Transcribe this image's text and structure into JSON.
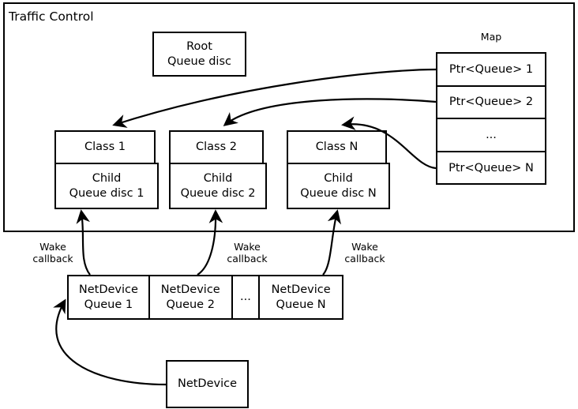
{
  "diagram": {
    "title": "Traffic Control",
    "root_qdisc": {
      "label": "Root\nQueue disc"
    },
    "classes": [
      {
        "head": "Class 1",
        "child": "Child\nQueue disc 1"
      },
      {
        "head": "Class 2",
        "child": "Child\nQueue disc 2"
      },
      {
        "head": "Class N",
        "child": "Child\nQueue disc N"
      }
    ],
    "map": {
      "caption": "Map",
      "rows": [
        "Ptr<Queue> 1",
        "Ptr<Queue> 2",
        "...",
        "Ptr<Queue> N"
      ]
    },
    "netdevice_queues": [
      "NetDevice\nQueue 1",
      "NetDevice\nQueue 2",
      "...",
      "NetDevice\nQueue N"
    ],
    "netdevice": "NetDevice",
    "wake_callbacks": [
      "Wake\ncallback",
      "Wake\ncallback",
      "Wake\ncallback"
    ],
    "colors": {
      "stroke": "#000000",
      "background": "#ffffff"
    }
  }
}
